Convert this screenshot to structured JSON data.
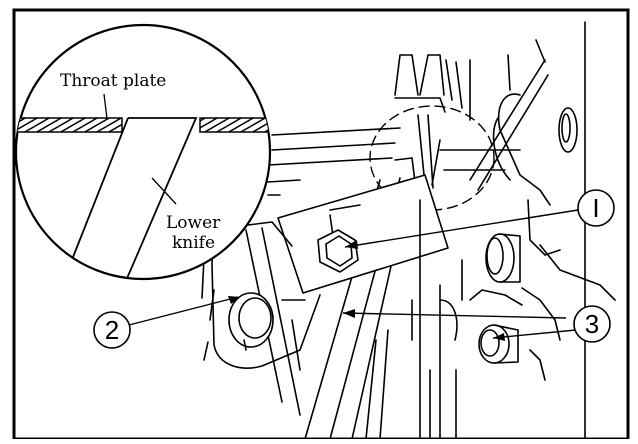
{
  "diagram": {
    "inset": {
      "throat_plate_label": "Throat plate",
      "lower_knife_label_line1": "Lower",
      "lower_knife_label_line2": "knife"
    },
    "callouts": [
      {
        "id": "1",
        "text": "I"
      },
      {
        "id": "2",
        "text": "2"
      },
      {
        "id": "3",
        "text": "3"
      }
    ],
    "colors": {
      "ink": "#000000",
      "paper": "#ffffff"
    }
  }
}
